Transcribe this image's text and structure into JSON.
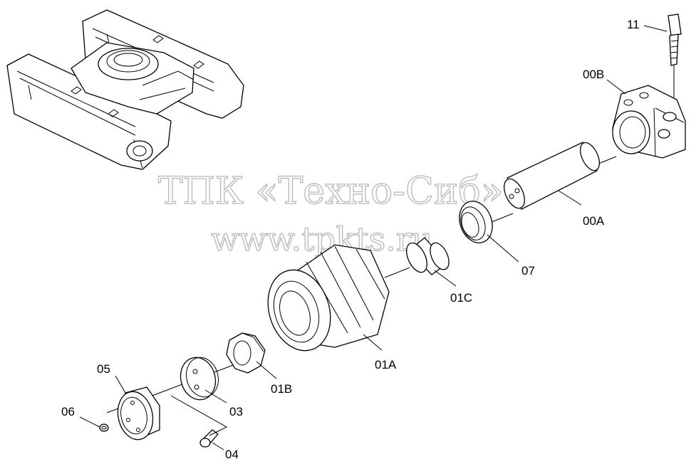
{
  "watermark": {
    "line1": "ТПК «Техно-Сиб»",
    "line2": "www.tpkts.ru"
  },
  "callouts": {
    "p11": "11",
    "p00b": "00B",
    "p00a": "00A",
    "p07": "07",
    "p01c": "01C",
    "p01a": "01A",
    "p01b": "01B",
    "p05": "05",
    "p03": "03",
    "p06": "06",
    "p04": "04"
  },
  "colors": {
    "line": "#000000",
    "watermark": "#b8b8b8",
    "background": "#ffffff"
  }
}
